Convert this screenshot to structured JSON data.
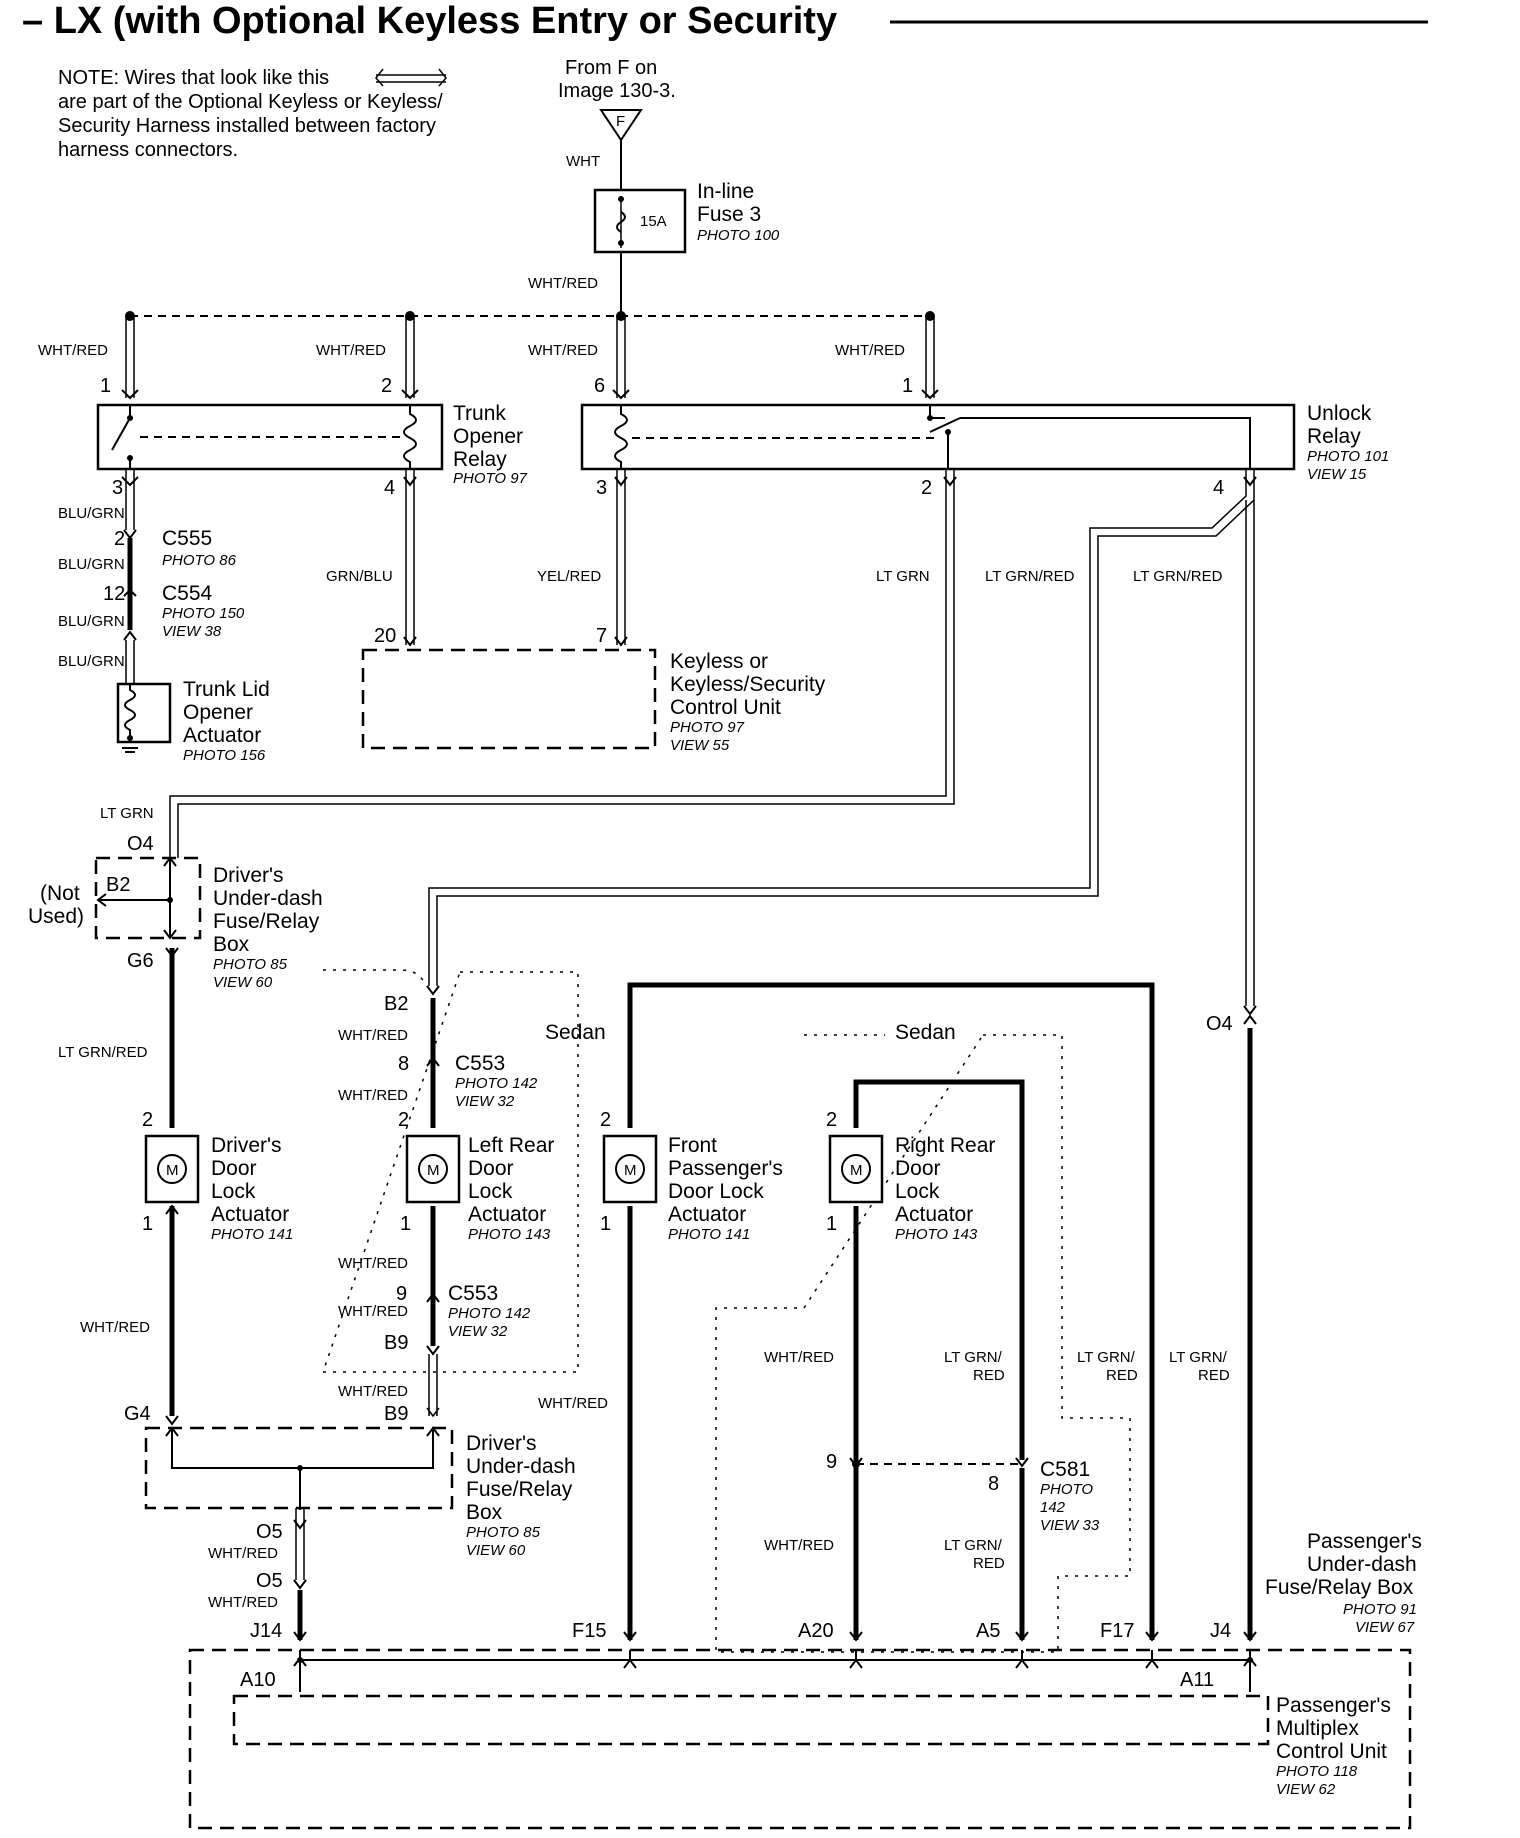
{
  "title": "– LX (with Optional Keyless Entry or Security",
  "note": {
    "line1": "NOTE: Wires that look like this",
    "line2": "are part of the Optional Keyless or Keyless/",
    "line3": "Security Harness installed between factory",
    "line4": "harness connectors."
  },
  "source": {
    "line1": "From F on",
    "line2": "Image 130-3.",
    "letter": "F"
  },
  "fuse": {
    "rating": "15A",
    "name1": "In-line",
    "name2": "Fuse 3",
    "photo": "PHOTO 100"
  },
  "wires": {
    "wht": "WHT",
    "wht_red": "WHT/RED",
    "blu_grn": "BLU/GRN",
    "grn_blu": "GRN/BLU",
    "yel_red": "YEL/RED",
    "lt_grn": "LT GRN",
    "lt_grn_red": "LT GRN/RED",
    "lt_grn_slash": "LT GRN/",
    "red": "RED"
  },
  "trunk_relay": {
    "name1": "Trunk",
    "name2": "Opener",
    "name3": "Relay",
    "photo": "PHOTO 97"
  },
  "unlock_relay": {
    "name1": "Unlock",
    "name2": "Relay",
    "photo": "PHOTO 101",
    "view": "VIEW 15"
  },
  "connectors": {
    "c555": {
      "name": "C555",
      "photo": "PHOTO 86"
    },
    "c554": {
      "name": "C554",
      "photo": "PHOTO 150",
      "view": "VIEW 38"
    },
    "c553": {
      "name": "C553",
      "photo": "PHOTO 142",
      "view": "VIEW 32"
    },
    "c581": {
      "name": "C581",
      "photo": "PHOTO",
      "photo_num": "142",
      "view": "VIEW 33"
    }
  },
  "trunk_actuator": {
    "name1": "Trunk Lid",
    "name2": "Opener",
    "name3": "Actuator",
    "photo": "PHOTO 156"
  },
  "control_unit": {
    "name1": "Keyless or",
    "name2": "Keyless/Security",
    "name3": "Control Unit",
    "photo": "PHOTO 97",
    "view": "VIEW 55"
  },
  "driver_box": {
    "name1": "Driver's",
    "name2": "Under-dash",
    "name3": "Fuse/Relay",
    "name4": "Box",
    "photo": "PHOTO 85",
    "view": "VIEW 60"
  },
  "not_used": {
    "line1": "(Not",
    "line2": "Used)"
  },
  "sedan": "Sedan",
  "actuators": {
    "driver": {
      "name1": "Driver's",
      "name2": "Door",
      "name3": "Lock",
      "name4": "Actuator",
      "photo": "PHOTO 141"
    },
    "left_rear": {
      "name1": "Left Rear",
      "name2": "Door",
      "name3": "Lock",
      "name4": "Actuator",
      "photo": "PHOTO 143"
    },
    "front_pass": {
      "name1": "Front",
      "name2": "Passenger's",
      "name3": "Door Lock",
      "name4": "Actuator",
      "photo": "PHOTO 141"
    },
    "right_rear": {
      "name1": "Right Rear",
      "name2": "Door",
      "name3": "Lock",
      "name4": "Actuator",
      "photo": "PHOTO 143"
    },
    "motor_symbol": "M"
  },
  "pass_box": {
    "name1": "Passenger's",
    "name2": "Under-dash",
    "name3": "Fuse/Relay Box",
    "photo": "PHOTO 91",
    "view": "VIEW 67"
  },
  "mpcu": {
    "name1": "Passenger's",
    "name2": "Multiplex",
    "name3": "Control Unit",
    "photo": "PHOTO 118",
    "view": "VIEW 62"
  },
  "pins": {
    "p1": "1",
    "p2": "2",
    "p3": "3",
    "p4": "4",
    "p6": "6",
    "p7": "7",
    "p8": "8",
    "p9": "9",
    "p12": "12",
    "p20": "20",
    "o4": "O4",
    "o5": "O5",
    "b2": "B2",
    "b9": "B9",
    "g4": "G4",
    "g6": "G6",
    "j14": "J14",
    "j4": "J4",
    "f15": "F15",
    "f17": "F17",
    "a20": "A20",
    "a5": "A5",
    "a10": "A10",
    "a11": "A11"
  }
}
